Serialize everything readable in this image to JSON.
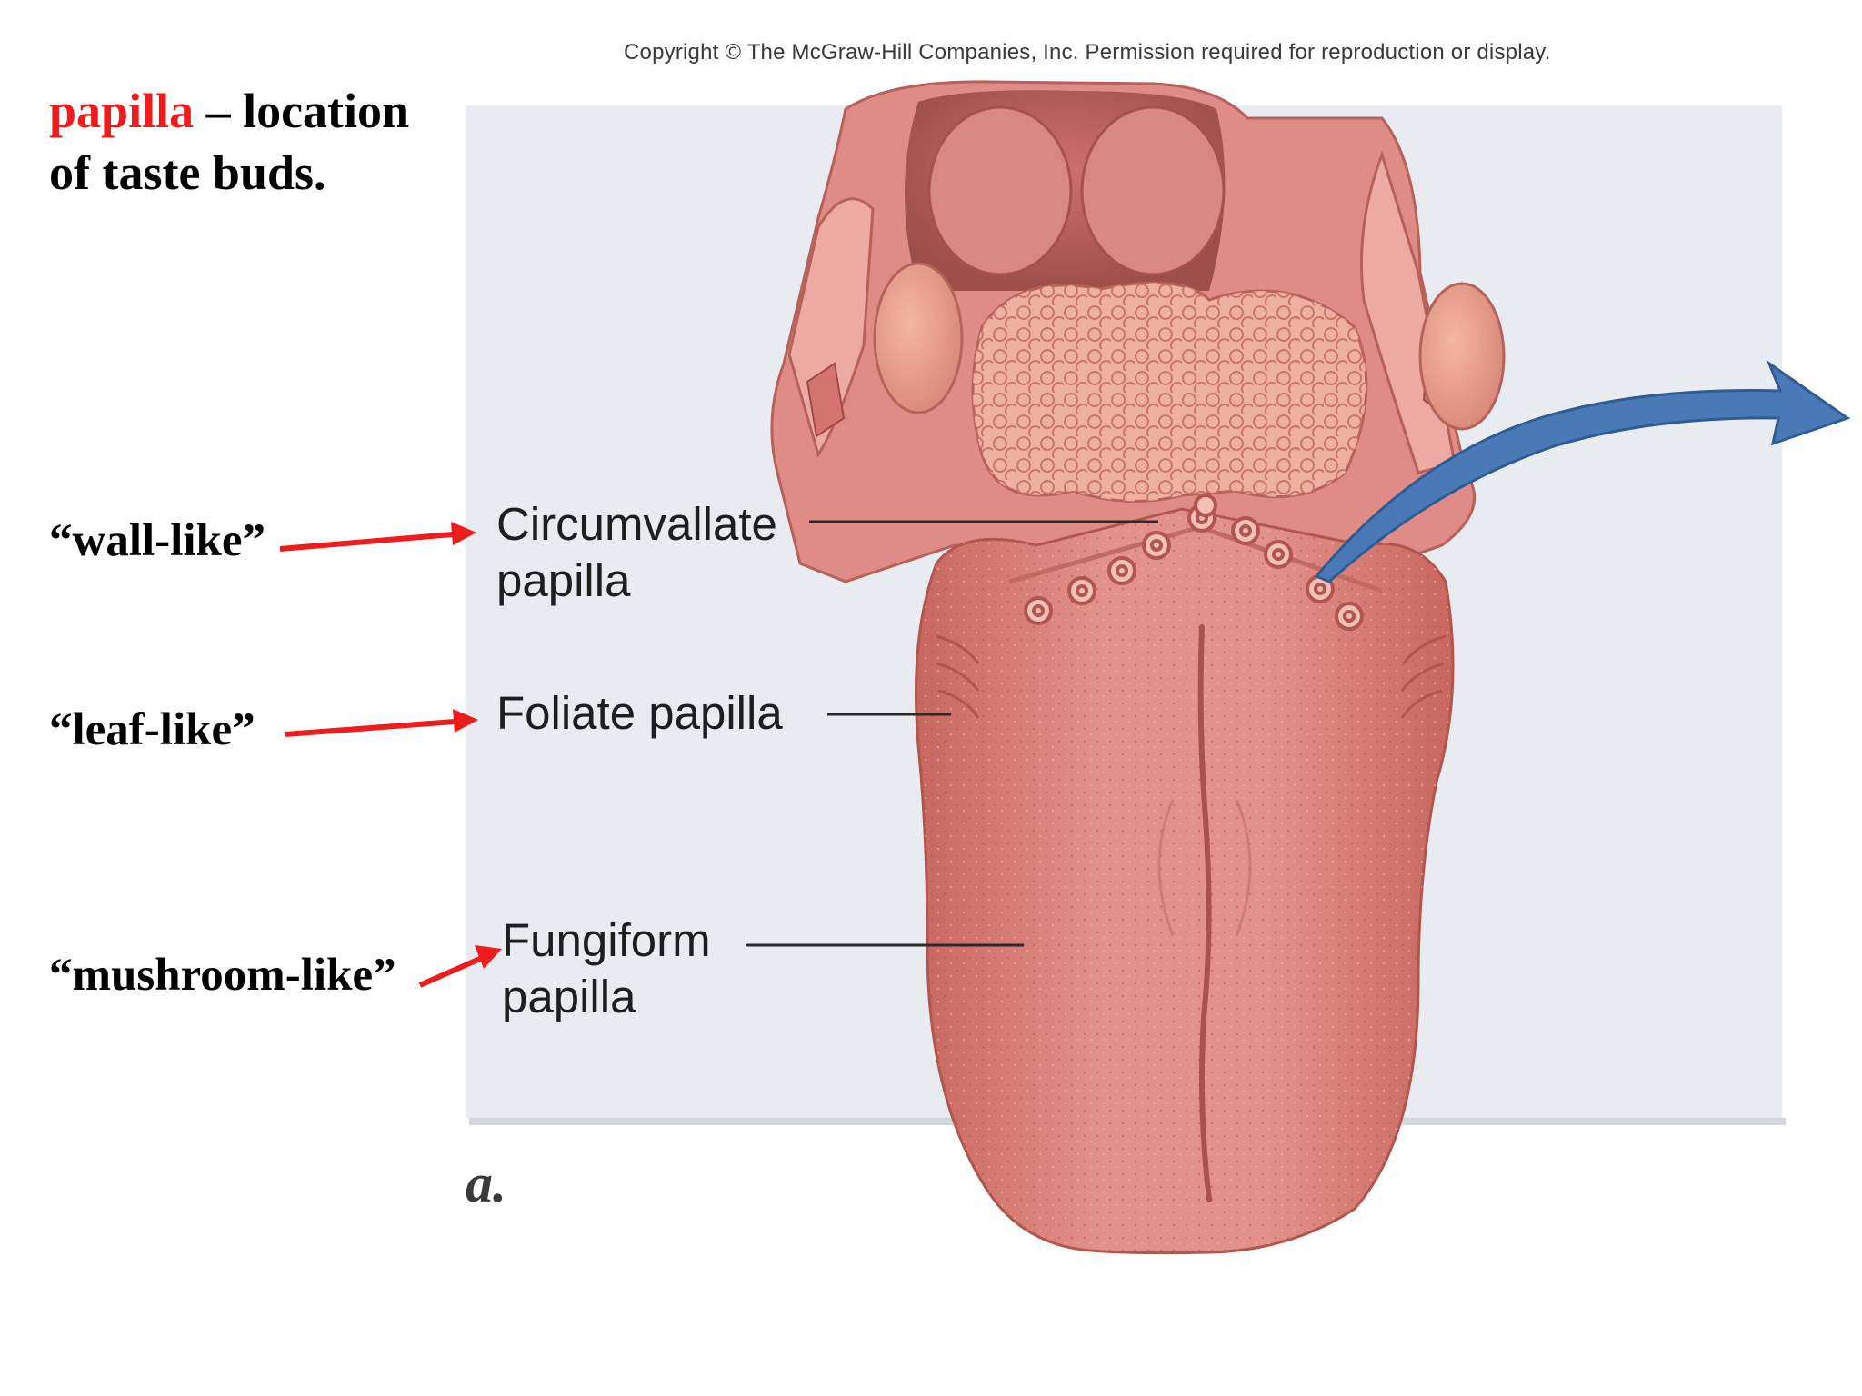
{
  "heading": {
    "keyword": "papilla",
    "rest_line1": " – location",
    "line2": "of taste buds."
  },
  "copyright": "Copyright © The McGraw-Hill Companies, Inc. Permission required for reproduction or display.",
  "labels": {
    "circumvallate_line1": "Circumvallate",
    "circumvallate_line2": "papilla",
    "foliate": "Foliate papilla",
    "fungiform_line1": "Fungiform",
    "fungiform_line2": "papilla"
  },
  "descriptions": {
    "wall": "“wall-like”",
    "leaf": "“leaf-like”",
    "mushroom": "“mushroom-like”"
  },
  "panel_letter": "a.",
  "colors": {
    "keyword": "#ee1c1c",
    "pointer_arrow": "#ee1c1c",
    "callout_arrow": "#4a7ab5",
    "panel_bg": "#e8ecf1",
    "tongue": "#dc8078"
  }
}
